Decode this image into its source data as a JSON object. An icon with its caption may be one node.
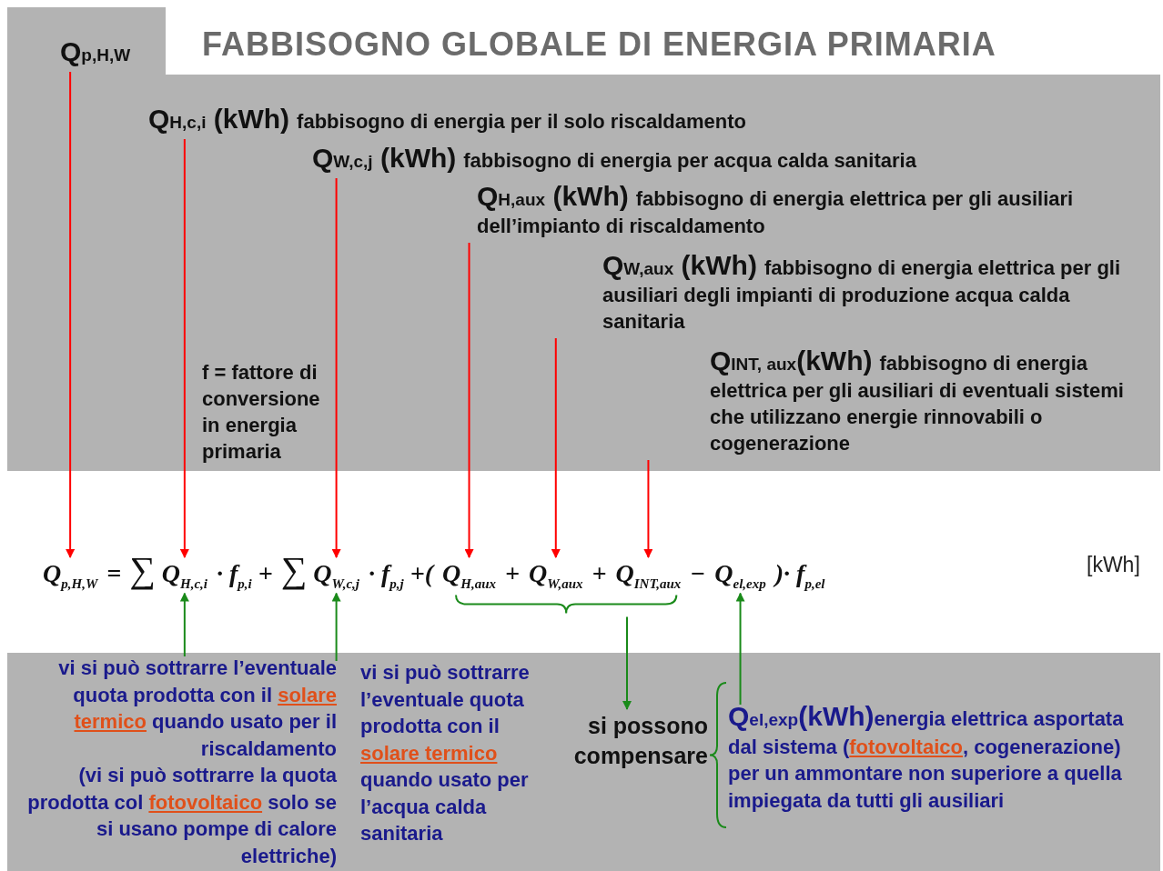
{
  "diagram": {
    "title": "FABBISOGNO GLOBALE DI ENERGIA PRIMARIA",
    "nodes": [
      {
        "text": [
          "Q$_{p,H,W}$"
        ]
      },
      {
        "text": [
          "Q$_{H,c,i}$ (kWh)",
          "fabbisogno di energia per il solo riscaldamento"
        ]
      },
      {
        "text": [
          "Q$_{W,c,j}$ (kWh)",
          "fabbisogno di energia per acqua calda sanitaria"
        ]
      },
      {
        "text": [
          "Q$_{H,aux}$ (kWh)",
          "fabbisogno di energia elettrica per gli ausiliari dell’impianto di riscaldamento"
        ]
      },
      {
        "text": [
          "Q$_{W,aux}$ (kWh)",
          "fabbisogno di energia elettrica per gli ausiliari degli impianti di produzione acqua calda sanitaria"
        ]
      },
      {
        "text": [
          "Q$_{INT, aux}$(kWh)",
          "fabbisogno di energia elettrica per gli ausiliari di eventuali sistemi che utilizzano energie rinnovabili o cogenerazione"
        ]
      },
      {
        "text": [
          "Q$_{p,H,W}$"
        ]
      },
      {
        "text": [
          "Q$_{H,c,i}$"
        ]
      },
      {
        "text": [
          "Q$_{W,c,j}$"
        ]
      },
      {
        "text": [
          "Q$_{H,aux}$"
        ]
      },
      {
        "text": [
          "Q$_{W,aux}$"
        ]
      },
      {
        "text": [
          "Q$_{INT,aux}$"
        ]
      },
      {
        "text": [
          "Q$_{el,exp}$"
        ]
      },
      {
        "text": [],
        "shape": "brace"
      },
      {
        "text": [
          "vi si può sottrarre l’eventuale quota prodotta con il **solare termico** quando usato per il riscaldamento",
          "(vi si può sottrarre la quota prodotta col **fotovoltaico** solo se si usano pompe di calore elettriche)"
        ]
      },
      {
        "text": [
          "vi si può sottrarre l’eventuale quota prodotta con il **solare termico** quando usato per l’acqua calda sanitaria"
        ]
      },
      {
        "text": [
          "si possono compensare"
        ]
      },
      {
        "text": [
          "Q$_{el,exp}$(kWh)",
          "energia elettrica asportata dal sistema (**fotovoltaico**, cogenerazione) per un ammontare non superiore a quella impiegata da tutti gli ausiliari"
        ]
      }
    ],
    "edges": [
      {
        "from": 0,
        "to": 6,
        "arrow": "to"
      },
      {
        "from": 1,
        "to": 7,
        "arrow": "to"
      },
      {
        "from": 2,
        "to": 8,
        "arrow": "to"
      },
      {
        "from": 3,
        "to": 9,
        "arrow": "to"
      },
      {
        "from": 4,
        "to": 10,
        "arrow": "to"
      },
      {
        "from": 5,
        "to": 11,
        "arrow": "to"
      },
      {
        "from": 14,
        "to": 7,
        "arrow": "to",
        "color": "#1a8a1a"
      },
      {
        "from": 15,
        "to": 8,
        "arrow": "to",
        "color": "#1a8a1a"
      },
      {
        "from": 13,
        "to": 16,
        "arrow": "to",
        "color": "#1a8a1a"
      },
      {
        "from": 17,
        "to": 12,
        "arrow": "to",
        "color": "#1a8a1a"
      }
    ],
    "labels": [
      "f = fattore di conversione in energia primaria",
      "=",
      "∑",
      "· f$_{p,i}$ +",
      "∑",
      "· f$_{p,j}$ +(",
      "+",
      "+",
      "−",
      ")· f$_{p,el}$",
      "[kWh]"
    ]
  }
}
